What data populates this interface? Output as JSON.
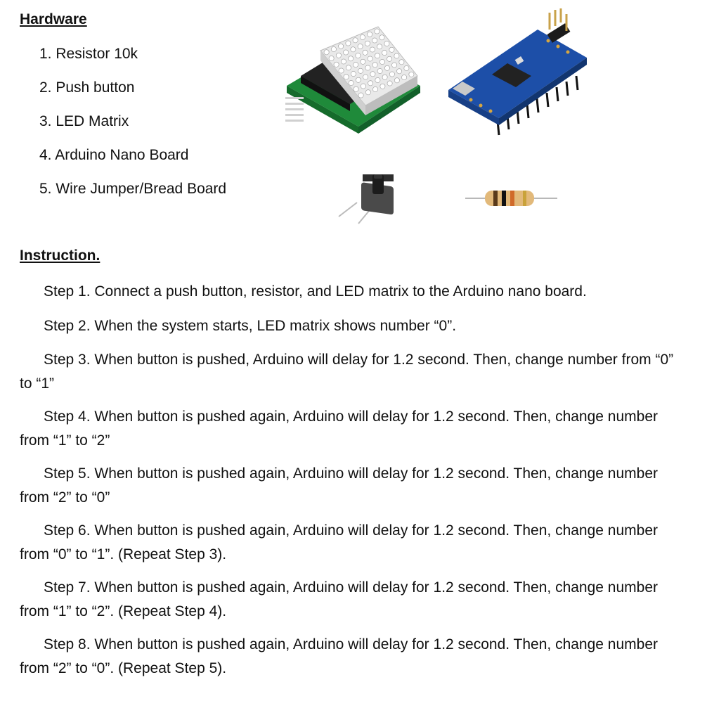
{
  "hardware": {
    "heading": "Hardware",
    "items": [
      "1. Resistor 10k",
      "2. Push button",
      "3. LED Matrix",
      "4. Arduino Nano Board",
      "5. Wire Jumper/Bread Board"
    ]
  },
  "instruction": {
    "heading": "Instruction.",
    "steps": [
      "Step 1. Connect a push button, resistor, and LED matrix to the Arduino nano board.",
      "Step 2. When the system starts, LED matrix shows number “0”.",
      "Step 3. When button is pushed, Arduino will delay for 1.2 second. Then, change number from “0” to “1”",
      "Step 4. When button is pushed again, Arduino will delay for 1.2 second. Then, change number from “1” to “2”",
      "Step 5. When button is pushed again, Arduino will delay for 1.2 second. Then, change number from “2” to “0”",
      "Step 6. When button is pushed again, Arduino will delay for 1.2 second. Then, change number from “0” to “1”. (Repeat Step 3).",
      "Step 7. When button is pushed again, Arduino will delay for 1.2 second. Then, change number from “1” to “2”.  (Repeat Step 4).",
      "Step 8. When button is pushed again, Arduino will delay for 1.2 second. Then, change number from “2” to “0”. (Repeat Step 5)."
    ]
  },
  "images": {
    "led_matrix": "led-matrix-module",
    "arduino_nano": "arduino-nano-board",
    "push_button": "tactile-push-button",
    "resistor": "resistor-10k"
  },
  "colors": {
    "pcb_green": "#1f8a3a",
    "nano_blue": "#1d4fa8",
    "chip_black": "#222222",
    "led_white": "#f4f4f4"
  }
}
